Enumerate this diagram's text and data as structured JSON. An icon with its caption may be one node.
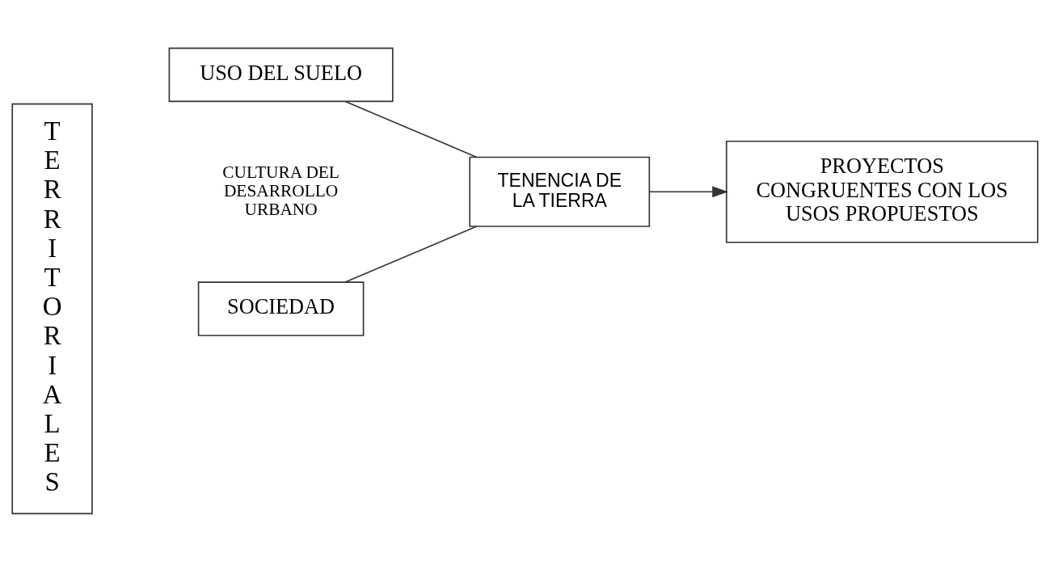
{
  "diagram": {
    "nodes": [
      {
        "text": [
          "TERRITORIALES"
        ]
      },
      {
        "text": [
          "CULTURA DEL DESARROLLO URBANO"
        ]
      },
      {
        "text": [
          "SOCIEDAD"
        ]
      },
      {
        "text": [
          "USO DEL SUELO"
        ]
      },
      {
        "text": [
          "TENENCIA DE LA TIERRA"
        ]
      },
      {
        "text": [
          "PROYECTOS CONGRUENTES CON LOS USOS PROPUESTOS"
        ]
      }
    ],
    "edges": [
      {
        "from": 2,
        "to": 4,
        "arrow": "none"
      },
      {
        "from": 3,
        "to": 4,
        "arrow": "none"
      },
      {
        "from": 4,
        "to": 5,
        "arrow": "to"
      }
    ]
  }
}
